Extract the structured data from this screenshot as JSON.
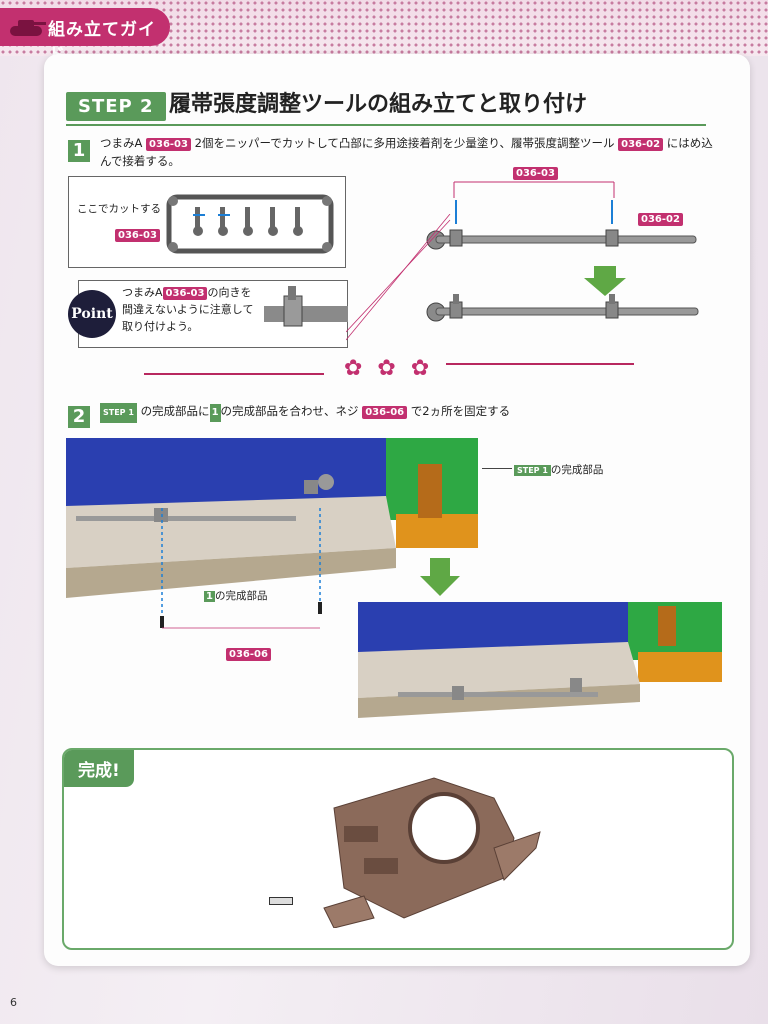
{
  "header": {
    "tab_label": "組み立てガイド"
  },
  "step": {
    "badge": "STEP 2",
    "title": "履帯張度調整ツールの組み立てと取り付け"
  },
  "sub1": {
    "number": "1",
    "text_a": "つまみA",
    "part_a": "036-03",
    "text_b": "2個をニッパーでカットして凸部に多用途接着剤を少量塗り、履帯張度調整ツール",
    "part_b": "036-02",
    "text_c": "にはめ込んで接着する。",
    "cut_label": "ここでカットする",
    "sprue_part": "036-03",
    "tool_part_knobs": "036-03",
    "tool_part_rod": "036-02",
    "point_icon": "Point",
    "point_text_a": "つまみA",
    "point_part": "036-03",
    "point_text_b": "の向きを",
    "point_text_c": "間違えないように注意して",
    "point_text_d": "取り付けよう。"
  },
  "divider": {
    "flowers": "✿ ✿ ✿"
  },
  "sub2": {
    "number": "2",
    "step_ref": "STEP 1",
    "text_a": "の完成部品に",
    "num_ref": "1",
    "text_b": "の完成部品を合わせ、ネジ",
    "screw_part": "036-06",
    "text_c": "で2ヵ所を固定する",
    "label_step1_badge": "STEP 1",
    "label_step1_text": "の完成部品",
    "label_one_badge": "1",
    "label_one_text": "の完成部品",
    "screw_label": "036-06"
  },
  "done": {
    "badge": "完成!"
  },
  "page_number": "6",
  "colors": {
    "accent_green": "#5a9a5a",
    "part_pink": "#c2306f",
    "arrow_green": "#5fa845"
  }
}
